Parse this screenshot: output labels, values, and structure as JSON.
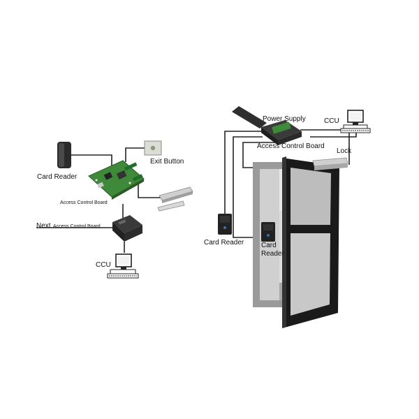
{
  "left_diagram": {
    "card_reader_label": "Card Reader",
    "exit_button_label": "Exit Button",
    "access_control_board_label": "Access Control Board",
    "next_label": "Next",
    "next_board_label": "Access Control Board",
    "ccu_label": "CCU"
  },
  "right_diagram": {
    "power_supply_label": "Power Supply",
    "ccu_label": "CCU",
    "access_control_board_label": "Access Control Board",
    "lock_label": "Lock",
    "card_reader_outside_label": "Card Reader",
    "card_reader_inside_line1": "Card",
    "card_reader_inside_line2": "Reader"
  },
  "colors": {
    "wire": "#222222",
    "pcb_green": "#3f8a3a",
    "door_frame": "#1a1a1a",
    "glass": "#bdbdbd",
    "wall_frame": "#9a9a9a"
  }
}
